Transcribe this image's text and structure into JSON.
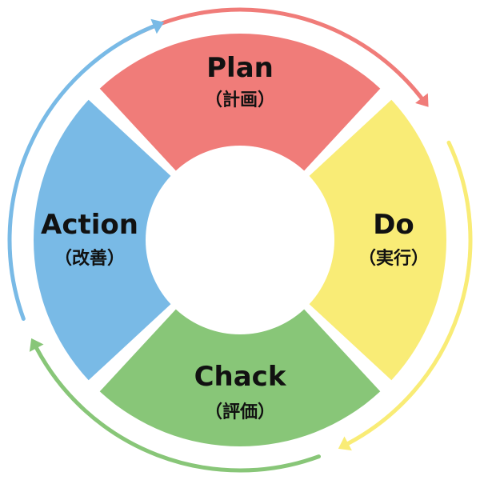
{
  "diagram": {
    "segments": [
      {
        "id": "plan",
        "title": "Plan",
        "subtitle": "（計画）",
        "color": "#F07C79",
        "arrow_color": "#F07C79"
      },
      {
        "id": "do",
        "title": "Do",
        "subtitle": "（実行）",
        "color": "#F9EC76",
        "arrow_color": "#F9EC76"
      },
      {
        "id": "chack",
        "title": "Chack",
        "subtitle": "（評価）",
        "color": "#88C678",
        "arrow_color": "#88C678"
      },
      {
        "id": "action",
        "title": "Action",
        "subtitle": "（改善）",
        "color": "#79BAE6",
        "arrow_color": "#79BAE6"
      }
    ]
  }
}
